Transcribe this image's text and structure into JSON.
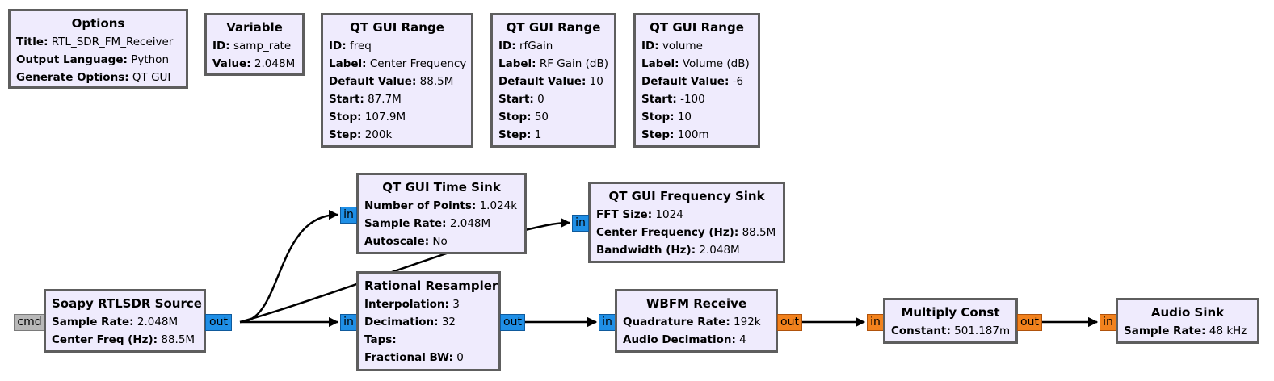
{
  "blocks": {
    "options": {
      "title": "Options",
      "rows": [
        {
          "k": "Title:",
          "v": "RTL_SDR_FM_Receiver"
        },
        {
          "k": "Output Language:",
          "v": "Python"
        },
        {
          "k": "Generate Options:",
          "v": "QT GUI"
        }
      ]
    },
    "variable": {
      "title": "Variable",
      "rows": [
        {
          "k": "ID:",
          "v": "samp_rate"
        },
        {
          "k": "Value:",
          "v": "2.048M"
        }
      ]
    },
    "range_freq": {
      "title": "QT GUI Range",
      "rows": [
        {
          "k": "ID:",
          "v": "freq"
        },
        {
          "k": "Label:",
          "v": "Center Frequency"
        },
        {
          "k": "Default Value:",
          "v": "88.5M"
        },
        {
          "k": "Start:",
          "v": "87.7M"
        },
        {
          "k": "Stop:",
          "v": "107.9M"
        },
        {
          "k": "Step:",
          "v": "200k"
        }
      ]
    },
    "range_rfgain": {
      "title": "QT GUI Range",
      "rows": [
        {
          "k": "ID:",
          "v": "rfGain"
        },
        {
          "k": "Label:",
          "v": "RF Gain (dB)"
        },
        {
          "k": "Default Value:",
          "v": "10"
        },
        {
          "k": "Start:",
          "v": "0"
        },
        {
          "k": "Stop:",
          "v": "50"
        },
        {
          "k": "Step:",
          "v": "1"
        }
      ]
    },
    "range_volume": {
      "title": "QT GUI Range",
      "rows": [
        {
          "k": "ID:",
          "v": "volume"
        },
        {
          "k": "Label:",
          "v": "Volume (dB)"
        },
        {
          "k": "Default Value:",
          "v": "-6"
        },
        {
          "k": "Start:",
          "v": "-100"
        },
        {
          "k": "Stop:",
          "v": "10"
        },
        {
          "k": "Step:",
          "v": "100m"
        }
      ]
    },
    "time_sink": {
      "title": "QT GUI Time Sink",
      "rows": [
        {
          "k": "Number of Points:",
          "v": "1.024k"
        },
        {
          "k": "Sample Rate:",
          "v": "2.048M"
        },
        {
          "k": "Autoscale:",
          "v": "No"
        }
      ]
    },
    "freq_sink": {
      "title": "QT GUI Frequency Sink",
      "rows": [
        {
          "k": "FFT Size:",
          "v": "1024"
        },
        {
          "k": "Center Frequency (Hz):",
          "v": "88.5M"
        },
        {
          "k": "Bandwidth (Hz):",
          "v": "2.048M"
        }
      ]
    },
    "source": {
      "title": "Soapy RTLSDR Source",
      "rows": [
        {
          "k": "Sample Rate:",
          "v": "2.048M"
        },
        {
          "k": "Center Freq (Hz):",
          "v": "88.5M"
        }
      ]
    },
    "resampler": {
      "title": "Rational Resampler",
      "rows": [
        {
          "k": "Interpolation:",
          "v": "3"
        },
        {
          "k": "Decimation:",
          "v": "32"
        },
        {
          "k": "Taps:",
          "v": ""
        },
        {
          "k": "Fractional BW:",
          "v": "0"
        }
      ]
    },
    "wbfm": {
      "title": "WBFM Receive",
      "rows": [
        {
          "k": "Quadrature Rate:",
          "v": "192k"
        },
        {
          "k": "Audio Decimation:",
          "v": "4"
        }
      ]
    },
    "multiply": {
      "title": "Multiply Const",
      "rows": [
        {
          "k": "Constant:",
          "v": "501.187m"
        }
      ]
    },
    "audio_sink": {
      "title": "Audio Sink",
      "rows": [
        {
          "k": "Sample Rate:",
          "v": "48 kHz"
        }
      ]
    }
  },
  "ports": {
    "cmd": "cmd",
    "in": "in",
    "out": "out"
  },
  "colors": {
    "block_fill": "#efebfd",
    "block_border": "#5e5e5e",
    "complex_port": "#1f8fe6",
    "float_port": "#f2821d",
    "message_port": "#b8b8b8"
  }
}
